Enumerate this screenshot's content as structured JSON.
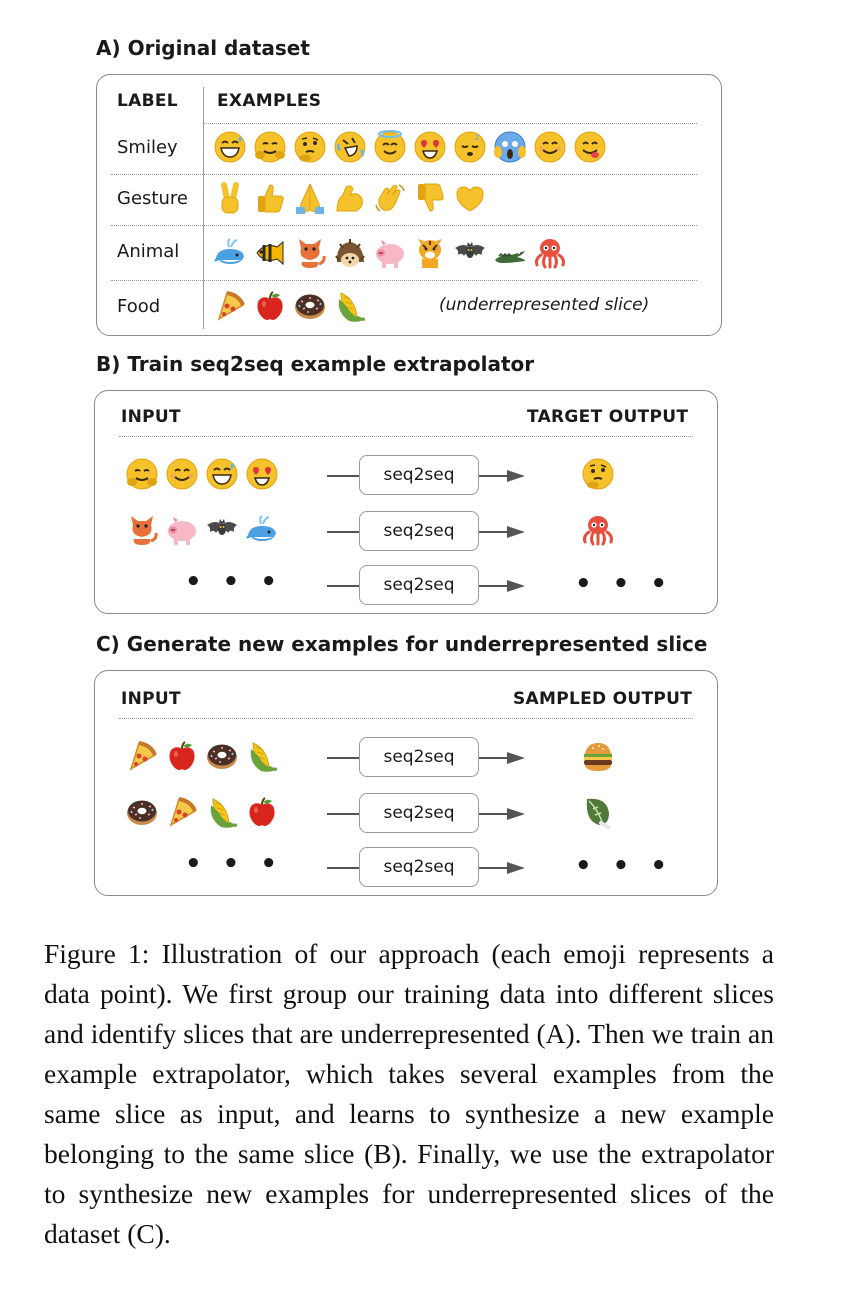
{
  "section_a": {
    "title": "A) Original dataset",
    "col_label": "LABEL",
    "col_examples": "EXAMPLES",
    "rows": [
      {
        "label": "Smiley",
        "examples": [
          "grinning-sweat",
          "hugging",
          "thinking",
          "rofl",
          "halo",
          "heart-eyes",
          "sleepy",
          "scream",
          "smile",
          "yum"
        ]
      },
      {
        "label": "Gesture",
        "examples": [
          "victory-hand",
          "thumbs-up",
          "folded-hands",
          "flexed-biceps",
          "waving-hand",
          "thumbs-down",
          "heart-hands"
        ]
      },
      {
        "label": "Animal",
        "examples": [
          "whale",
          "tropical-fish",
          "cat",
          "hedgehog",
          "pig",
          "tiger",
          "bat",
          "crocodile",
          "octopus"
        ]
      },
      {
        "label": "Food",
        "examples": [
          "pizza",
          "apple",
          "donut",
          "corn"
        ],
        "note": "(underrepresented slice)"
      }
    ]
  },
  "section_b": {
    "title": "B) Train seq2seq example extrapolator",
    "col_input": "INPUT",
    "col_output": "TARGET OUTPUT",
    "rows": [
      {
        "inputs": [
          "hugging",
          "smile",
          "grinning-sweat",
          "heart-eyes"
        ],
        "model": "seq2seq",
        "output": "thinking"
      },
      {
        "inputs": [
          "cat",
          "pig",
          "bat",
          "whale"
        ],
        "model": "seq2seq",
        "output": "octopus"
      },
      {
        "inputs_text": "• • •",
        "model": "seq2seq",
        "output_text": "• • •"
      }
    ]
  },
  "section_c": {
    "title": "C) Generate new examples for underrepresented slice",
    "col_input": "INPUT",
    "col_output": "SAMPLED OUTPUT",
    "rows": [
      {
        "inputs": [
          "pizza",
          "apple",
          "donut",
          "corn"
        ],
        "model": "seq2seq",
        "output": "burger"
      },
      {
        "inputs": [
          "donut",
          "pizza",
          "corn",
          "apple"
        ],
        "model": "seq2seq",
        "output": "leafy-green"
      },
      {
        "inputs_text": "• • •",
        "model": "seq2seq",
        "output_text": "• • •"
      }
    ]
  },
  "caption": "Figure 1: Illustration of our approach (each emoji represents a data point). We first group our training data into different slices and identify slices that are underrepresented (A). Then we train an example extrapolator, which takes several examples from the same slice as input, and learns to synthesize a new example belonging to the same slice (B). Finally, we use the extrapolator to synthesize new examples for underrepresented slices of the dataset (C).",
  "colors": {
    "smiley": "#F6C22B",
    "gesture": "#F2B01E",
    "outline": "#8a8a8a",
    "arrow": "#555555"
  }
}
